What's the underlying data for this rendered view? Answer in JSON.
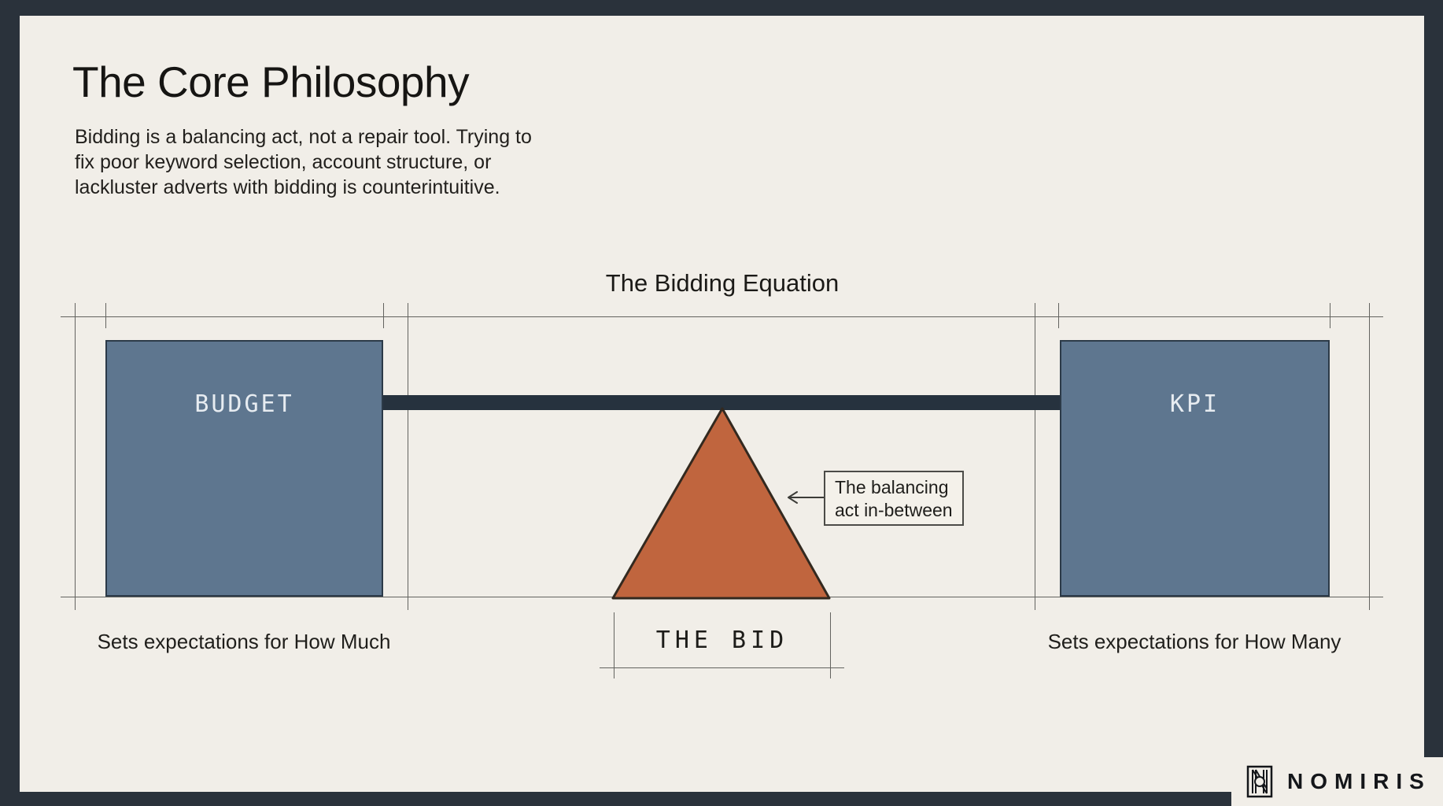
{
  "slide": {
    "title": "The Core Philosophy",
    "body_lines": [
      "Bidding is a balancing act, not a repair tool. Trying to",
      "fix poor keyword selection, account structure, or",
      "lackluster adverts with bidding is counterintuitive."
    ]
  },
  "diagram": {
    "title": "The Bidding Equation",
    "left_box": {
      "label": "BUDGET",
      "caption": "Sets expectations for How Much"
    },
    "right_box": {
      "label": "KPI",
      "caption": "Sets expectations for How Many"
    },
    "fulcrum": {
      "label": "THE BID",
      "annotation_lines": [
        "The balancing",
        "act in-between"
      ]
    }
  },
  "brand": {
    "name": "NOMIRIS",
    "icon": "nomiris-mark-icon"
  },
  "colors": {
    "background": "#F1EEE8",
    "frame": "#2A323B",
    "box_fill": "#5E768F",
    "box_border": "#2C3A48",
    "beam": "#26323E",
    "triangle_fill": "#C0653E",
    "triangle_border": "#33291F",
    "guide_line": "#63635F",
    "text": "#1D1C19",
    "box_label_text": "#E7ECF1"
  }
}
